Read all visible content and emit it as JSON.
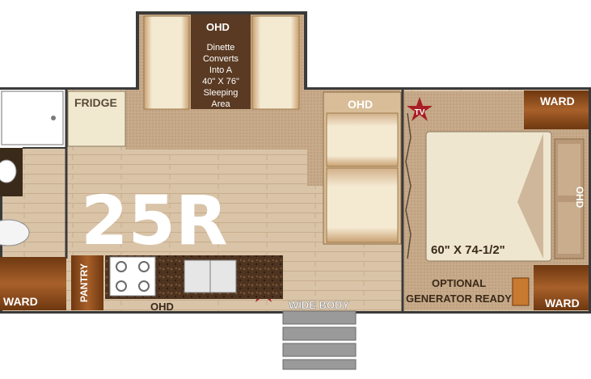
{
  "model": "25R",
  "dinette": {
    "ohd": "OHD",
    "lines": [
      "Dinette",
      "Converts",
      "Into A",
      "40\" X 76\"",
      "Sleeping",
      "Area"
    ]
  },
  "labels": {
    "fridge": "FRIDGE",
    "sofa_ohd": "OHD",
    "tv": "TV",
    "ward": "WARD",
    "bed_ohd": "OHD",
    "bed_size": "60\" X 74-1/2\"",
    "optional": "OPTIONAL",
    "generator": "GENERATOR READY",
    "pantry": "PANTRY",
    "kitchen_ohd": "OHD",
    "wide_body": "WIDE BODY"
  },
  "colors": {
    "carpet": "#c4a888",
    "floor": "#d7c3a8",
    "wood": "#8a4a18",
    "counter": "#5a3a20",
    "cushion": "#efe3c5",
    "tv_badge": "#a81e24",
    "bed": "#efe6cf"
  }
}
